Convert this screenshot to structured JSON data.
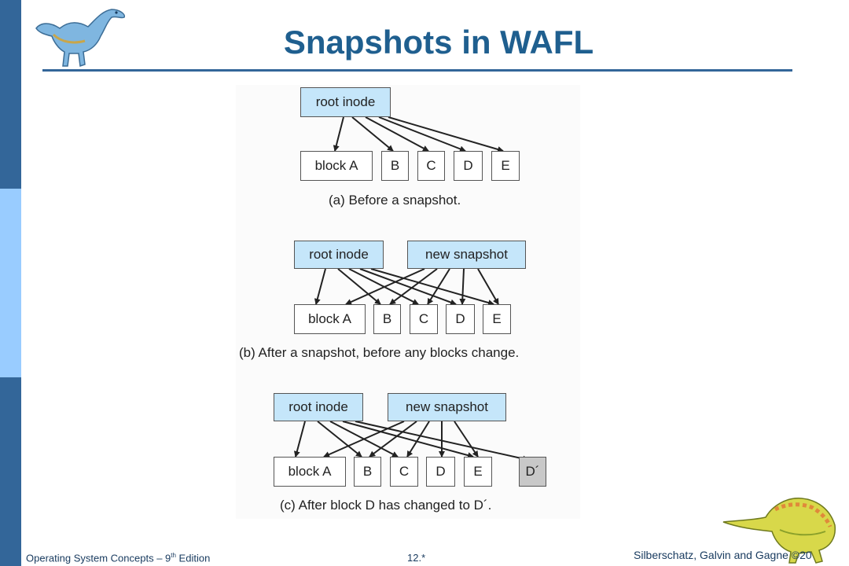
{
  "slide": {
    "title": "Snapshots in WAFL",
    "footer_left_pre": "Operating System Concepts – 9",
    "footer_left_sup": "th",
    "footer_left_post": " Edition",
    "footer_center": "12.*",
    "footer_right": "Silberschatz, Galvin and Gagne ©20"
  },
  "diagram": {
    "panel_a": {
      "root": "root inode",
      "blocks": [
        "block A",
        "B",
        "C",
        "D",
        "E"
      ],
      "caption": "(a) Before a snapshot."
    },
    "panel_b": {
      "root": "root inode",
      "snapshot": "new snapshot",
      "blocks": [
        "block A",
        "B",
        "C",
        "D",
        "E"
      ],
      "caption": "(b) After a snapshot, before any blocks change."
    },
    "panel_c": {
      "root": "root inode",
      "snapshot": "new snapshot",
      "blocks": [
        "block A",
        "B",
        "C",
        "D",
        "E",
        "D´"
      ],
      "caption": "(c) After block D has changed to D´."
    }
  },
  "colors": {
    "accent": "#336699",
    "title": "#1f5f8f",
    "node_fill": "#c5e6fa",
    "changed_block_fill": "#c8c8c8"
  }
}
